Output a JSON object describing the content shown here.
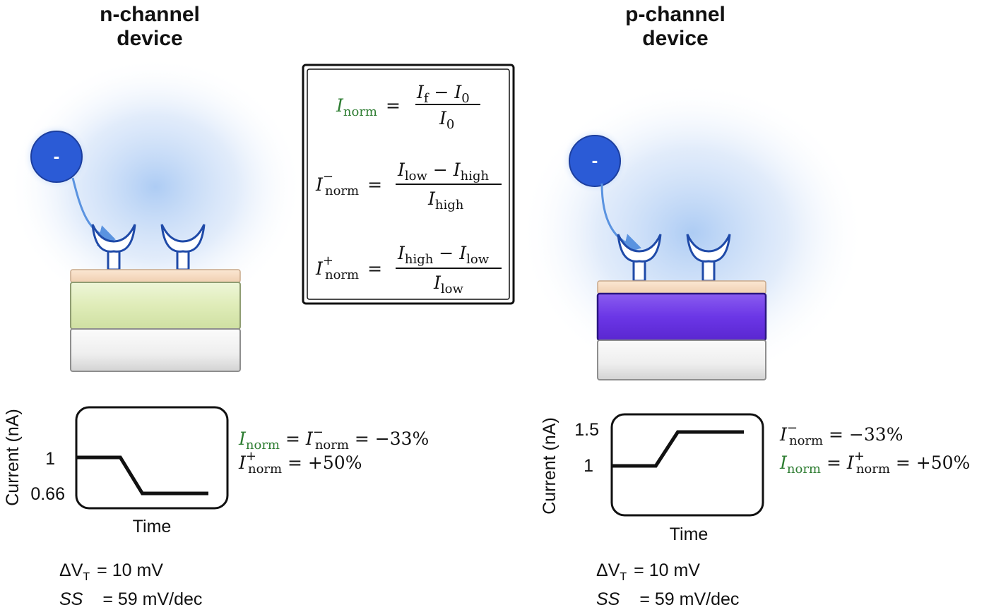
{
  "n_device": {
    "title_line1": "n-channel",
    "title_line2": "device",
    "ion_sign": "-",
    "colors": {
      "channel": "#e3efc3",
      "gate": "#f5dcc3",
      "substrate": "#efefef",
      "glow": "#8ab4ee",
      "ion": "#2b5bd6",
      "receptor": "#1f4aa8"
    },
    "plot": {
      "ylabel": "Current (nA)",
      "xlabel": "Time",
      "ticks": [
        "1",
        "0.66"
      ],
      "series": {
        "x": [
          0,
          1,
          1.5,
          3
        ],
        "y": [
          1,
          1,
          0.66,
          0.66
        ]
      }
    },
    "eq_line1": {
      "I": "I",
      "a_sub": "norm",
      "eq": " = ",
      "b_sub": "norm",
      "b_sup": "−",
      "rest": " = −33%"
    },
    "eq_line2": {
      "I": "I",
      "sub": "norm",
      "sup": "+",
      "rest": " = +50%"
    },
    "param_vt_label": "ΔV",
    "param_vt_sub": "T",
    "param_vt_value": "=  10 mV",
    "param_ss_label": "SS",
    "param_ss_value": "=  59 mV/dec"
  },
  "p_device": {
    "title_line1": "p-channel",
    "title_line2": "device",
    "ion_sign": "-",
    "colors": {
      "channel": "#6b36e6",
      "gate": "#f5dcc3",
      "substrate": "#efefef",
      "glow": "#8ab4ee",
      "ion": "#2b5bd6",
      "receptor": "#1f4aa8"
    },
    "plot": {
      "ylabel": "Current (nA)",
      "xlabel": "Time",
      "ticks": [
        "1.5",
        "1"
      ],
      "series": {
        "x": [
          0,
          1,
          1.5,
          3
        ],
        "y": [
          1,
          1,
          1.5,
          1.5
        ]
      }
    },
    "eq_line1": {
      "I": "I",
      "sub": "norm",
      "sup": "−",
      "rest": " = −33%"
    },
    "eq_line2": {
      "I": "I",
      "a_sub": "norm",
      "eq": " = ",
      "b_sub": "norm",
      "b_sup": "+",
      "rest": " = +50%"
    },
    "param_vt_label": "ΔV",
    "param_vt_sub": "T",
    "param_vt_value": "=  10 mV",
    "param_ss_label": "SS",
    "param_ss_value": "=  59 mV/dec"
  },
  "equations": {
    "eq1": {
      "lhs_I": "I",
      "lhs_sub": "norm",
      "eq": "=",
      "num_a": "I",
      "num_a_sub": "f",
      "minus": " − ",
      "num_b": "I",
      "num_b_sub": "0",
      "den": "I",
      "den_sub": "0"
    },
    "eq2": {
      "lhs_I": "I",
      "lhs_sub": "norm",
      "lhs_sup": "−",
      "eq": "=",
      "num_a": "I",
      "num_a_sub": "low",
      "minus": " − ",
      "num_b": "I",
      "num_b_sub": "high",
      "den": "I",
      "den_sub": "high"
    },
    "eq3": {
      "lhs_I": "I",
      "lhs_sub": "norm",
      "lhs_sup": "+",
      "eq": "=",
      "num_a": "I",
      "num_a_sub": "high",
      "minus": " − ",
      "num_b": "I",
      "num_b_sub": "low",
      "den": "I",
      "den_sub": "low"
    }
  }
}
